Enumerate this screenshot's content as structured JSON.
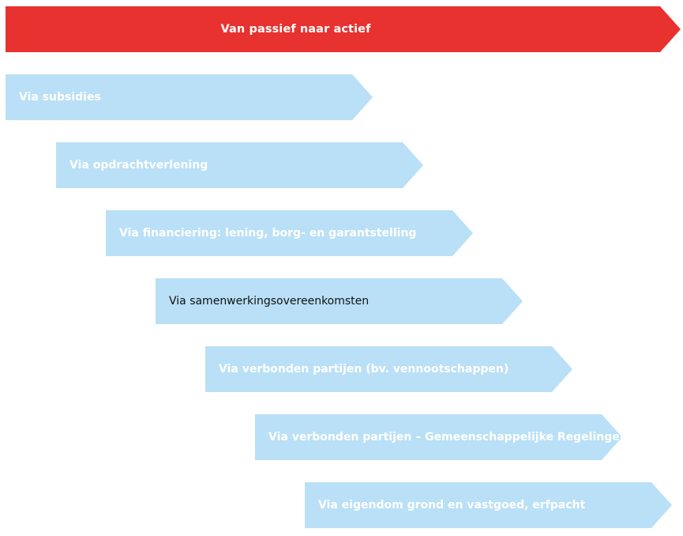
{
  "header": {
    "label": "Van passief naar actief"
  },
  "steps": [
    {
      "label": "Via subsidies"
    },
    {
      "label": "Via opdrachtverlening"
    },
    {
      "label": "Via financiering: lening, borg- en garantstelling"
    },
    {
      "label": "Via samenwerkingsovereenkomsten"
    },
    {
      "label": "Via verbonden partijen (bv. vennootschappen)"
    },
    {
      "label": "Via verbonden partijen – Gemeenschappelijke Regelingen"
    },
    {
      "label": "Via eigendom grond en vastgoed, erfpacht"
    }
  ],
  "colors": {
    "header": "#e8322f",
    "step": "#b9e0f6",
    "step_text": "#ffffff",
    "highlight_text": "#111111"
  }
}
